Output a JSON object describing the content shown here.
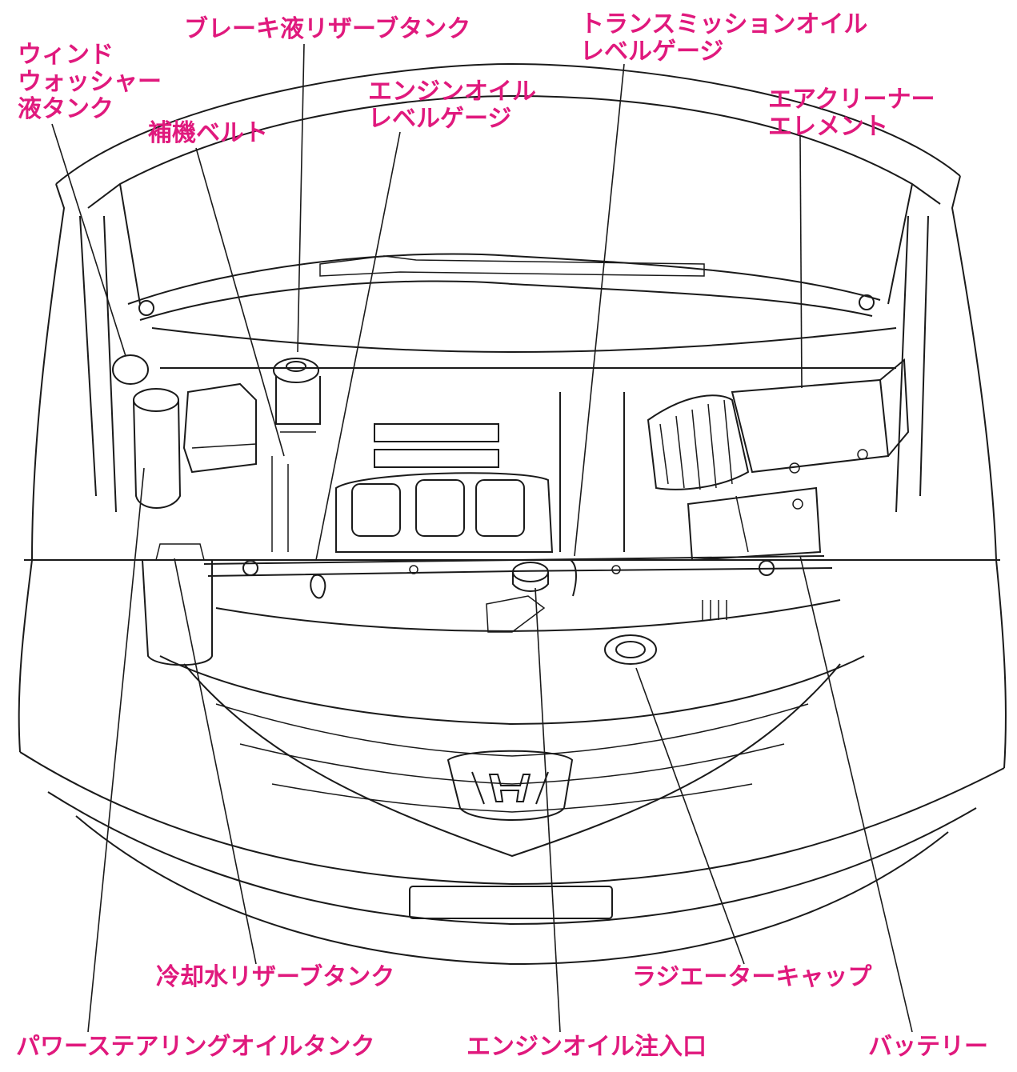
{
  "labels": {
    "washer_tank": [
      "ウィンド",
      "ウォッシャー",
      "液タンク"
    ],
    "aux_belt": [
      "補機ベルト"
    ],
    "brake_reservoir": [
      "ブレーキ液リザーブタンク"
    ],
    "engine_oil_gauge": [
      "エンジンオイル",
      "レベルゲージ"
    ],
    "trans_oil_gauge": [
      "トランスミッションオイル",
      "レベルゲージ"
    ],
    "air_cleaner": [
      "エアクリーナー",
      "エレメント"
    ],
    "coolant_reservoir": [
      "冷却水リザーブタンク"
    ],
    "radiator_cap": [
      "ラジエーターキャップ"
    ],
    "power_steering_tank": [
      "パワーステアリングオイルタンク"
    ],
    "oil_filler": [
      "エンジンオイル注入口"
    ],
    "battery": [
      "バッテリー"
    ]
  },
  "colors": {
    "label": "#e0197d",
    "line": "#1a1a1a",
    "background": "#ffffff"
  }
}
